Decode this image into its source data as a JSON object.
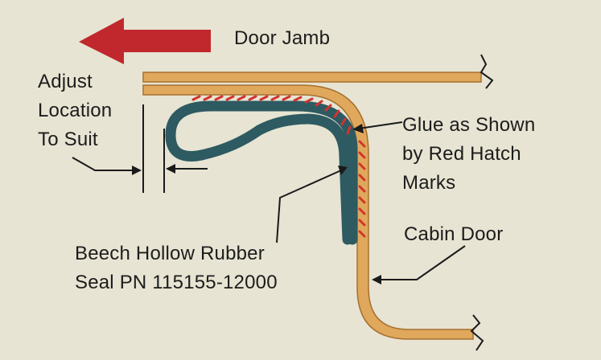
{
  "labels": {
    "door_jamb": "Door Jamb",
    "adjust_line1": "Adjust",
    "adjust_line2": "Location",
    "adjust_line3": "To Suit",
    "glue_line1": "Glue as Shown",
    "glue_line2": "by Red Hatch",
    "glue_line3": "Marks",
    "seal_line1": "Beech Hollow Rubber",
    "seal_line2": "Seal PN 115155-12000",
    "cabin_door": "Cabin Door"
  },
  "colors": {
    "background": "#e7e4d3",
    "arrow": "#c0282d",
    "door_fill": "#e0a85c",
    "door_outline": "#a5702f",
    "seal": "#2e5a62",
    "glue": "#d2332f",
    "leader": "#1a1a1a"
  }
}
